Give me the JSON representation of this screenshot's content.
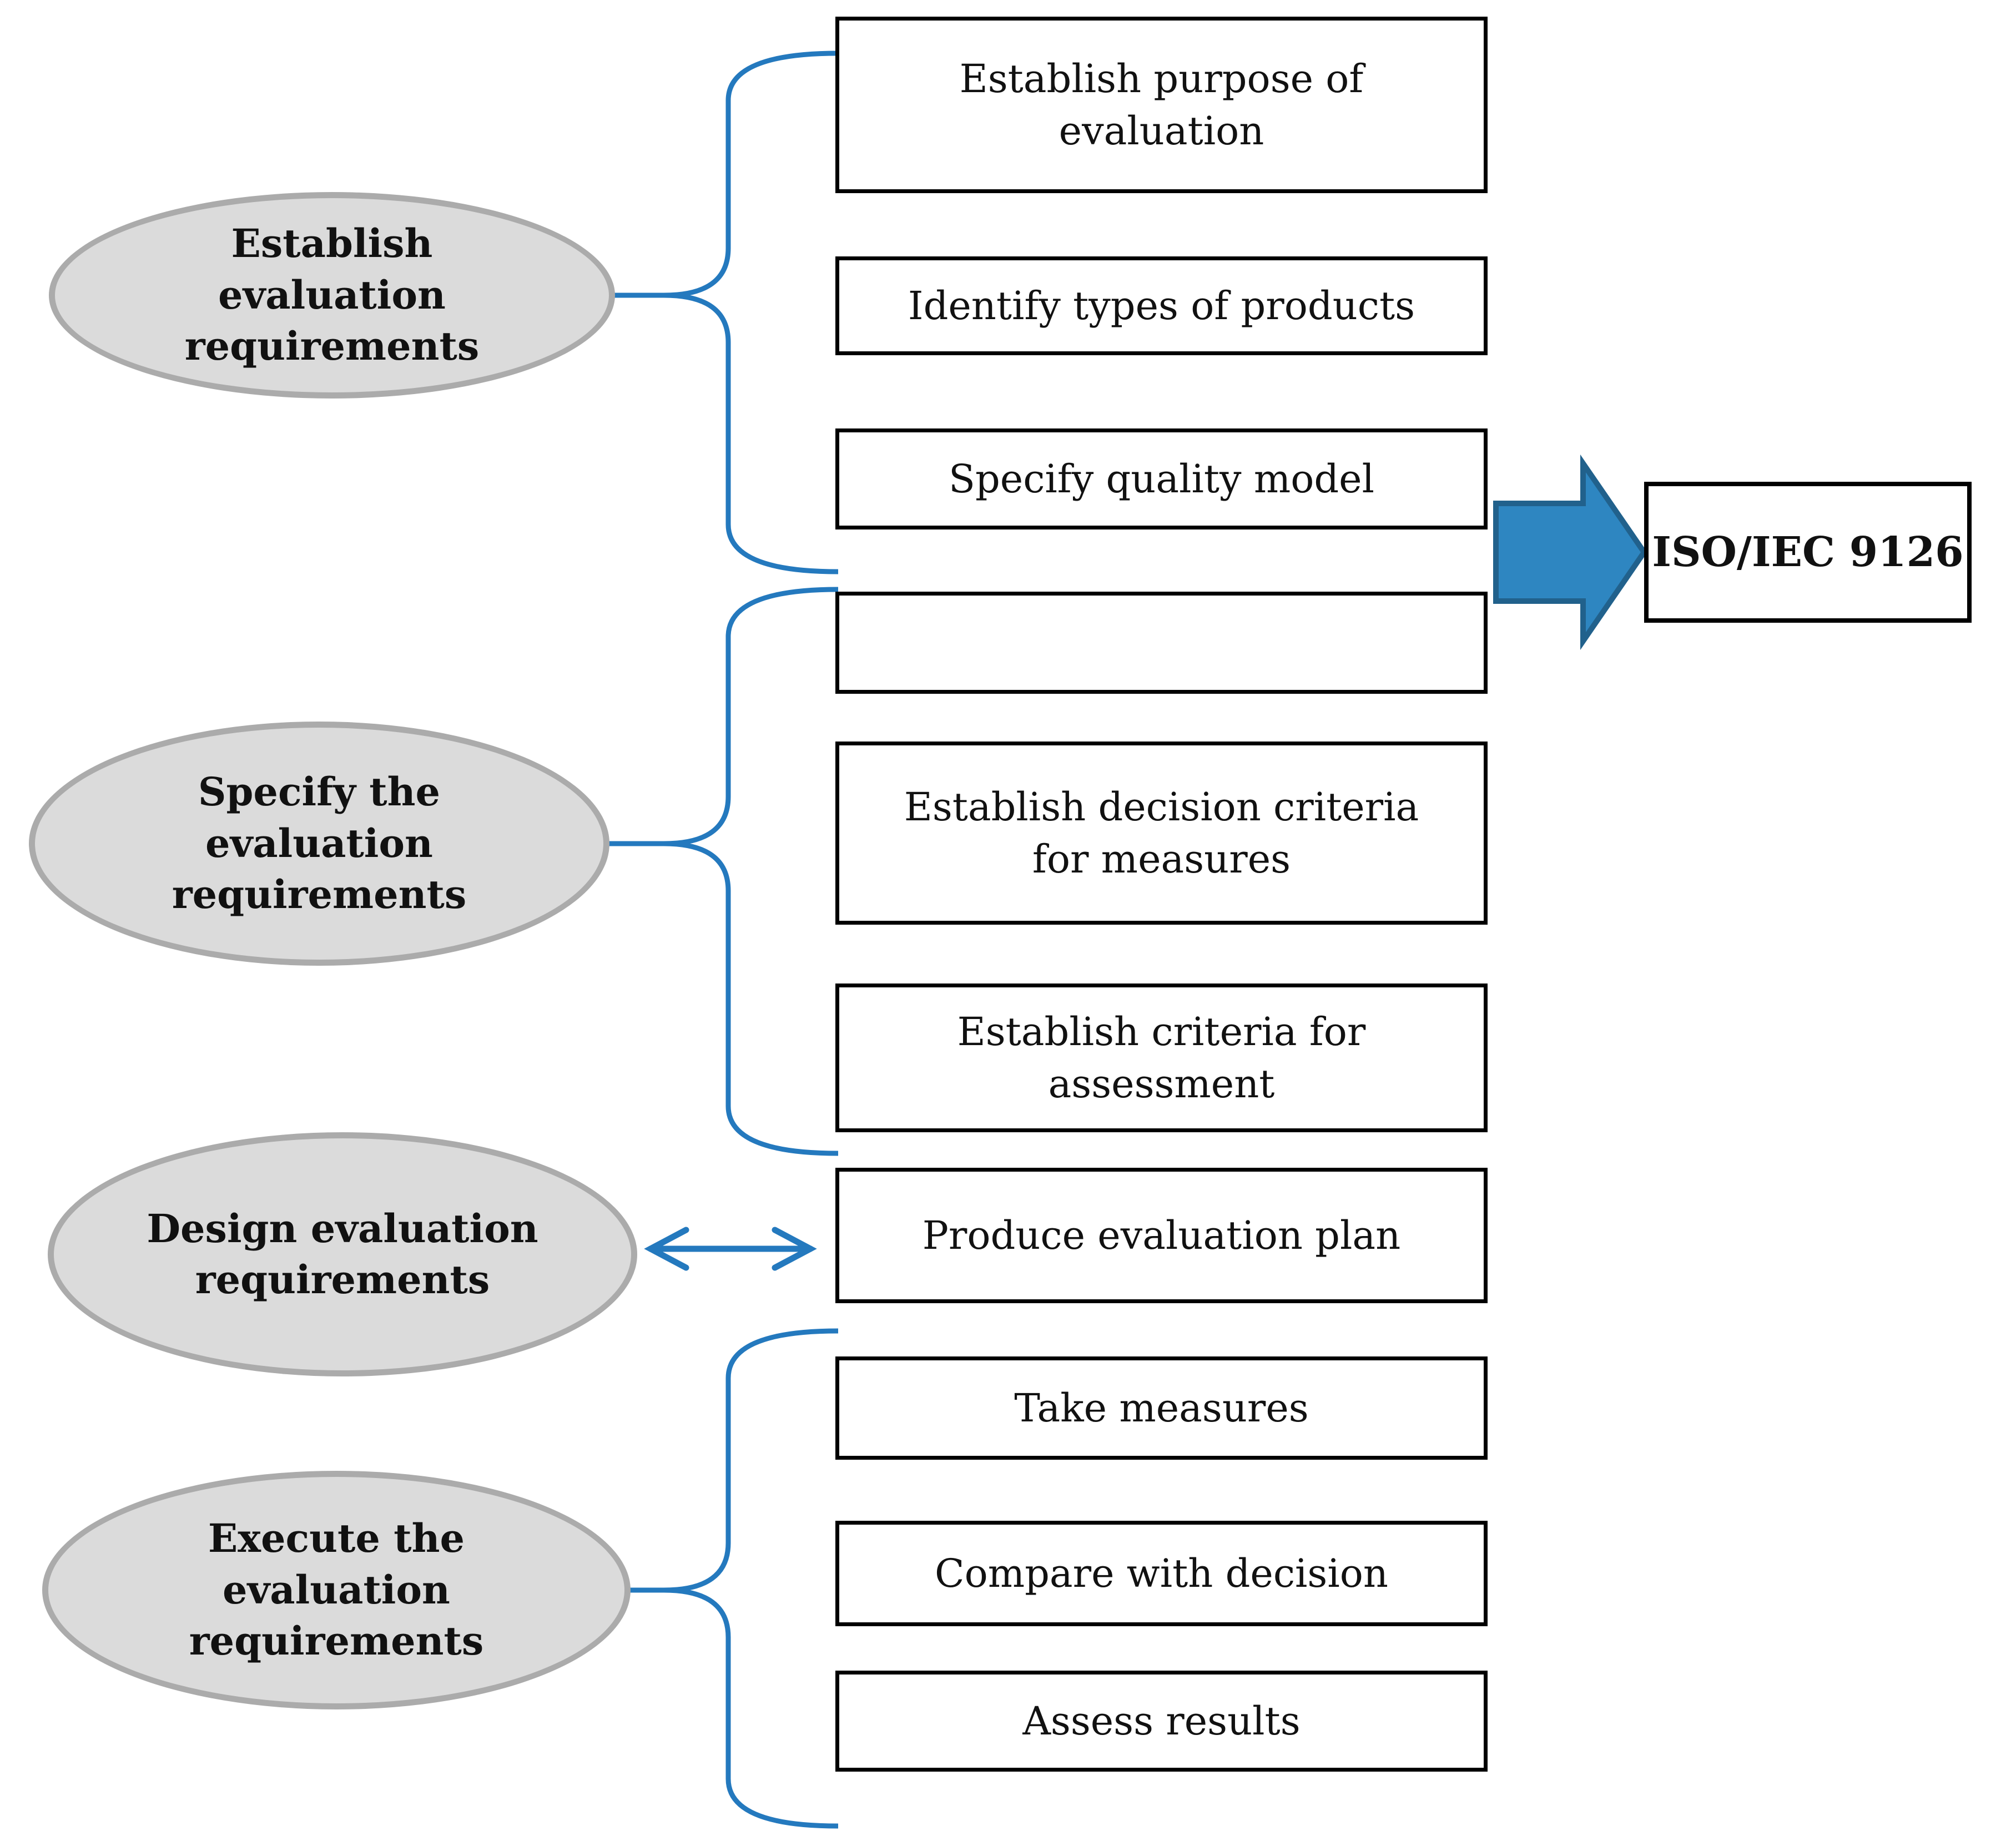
{
  "colors": {
    "accent_blue": "#2479BE",
    "arrow_fill": "#2E86C1",
    "arrow_stroke": "#21618C",
    "ellipse_fill": "#DBDBDB",
    "ellipse_border": "#ABABAB",
    "box_border": "#000000"
  },
  "stages": [
    {
      "label": "Establish\nevaluation\nrequirements"
    },
    {
      "label": "Specify the\nevaluation\nrequirements"
    },
    {
      "label": "Design evaluation\nrequirements"
    },
    {
      "label": "Execute the\nevaluation\nrequirements"
    }
  ],
  "activities": [
    {
      "label": "Establish purpose of\nevaluation"
    },
    {
      "label": "Identify types of products"
    },
    {
      "label": "Specify quality model"
    },
    {
      "label": ""
    },
    {
      "label": "Establish decision criteria\nfor measures"
    },
    {
      "label": "Establish criteria for\nassessment"
    },
    {
      "label": "Produce evaluation plan"
    },
    {
      "label": "Take measures"
    },
    {
      "label": "Compare with decision"
    },
    {
      "label": "Assess results"
    }
  ],
  "reference": {
    "label": "ISO/IEC 9126"
  }
}
